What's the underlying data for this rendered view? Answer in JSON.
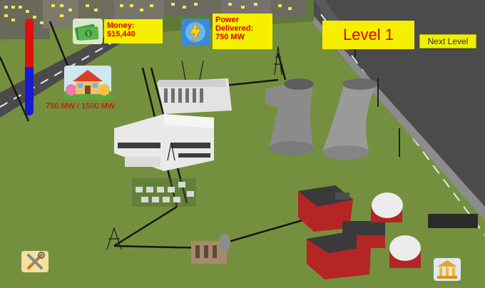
{
  "hud": {
    "money_line1": "Money:",
    "money_line2": "$15,440",
    "power_line1": "Power",
    "power_line2": "Delivered:",
    "power_line3": "750 MW",
    "level_label": "Level 1",
    "next_level_label": "Next Level",
    "capacity_label": "750 MW / 1500 MW"
  },
  "meter": {
    "fraction": 0.5,
    "fill_color": "#e01010",
    "rest_color": "#1a1ad0"
  },
  "icons": {
    "money": "money-icon",
    "power": "lightning-icon",
    "house": "house-icon",
    "tools": "tools-icon",
    "bank": "bank-icon"
  },
  "colors": {
    "hud_box": "#f6f000",
    "hud_text": "#d40000",
    "ground": "#6f8a3e"
  }
}
